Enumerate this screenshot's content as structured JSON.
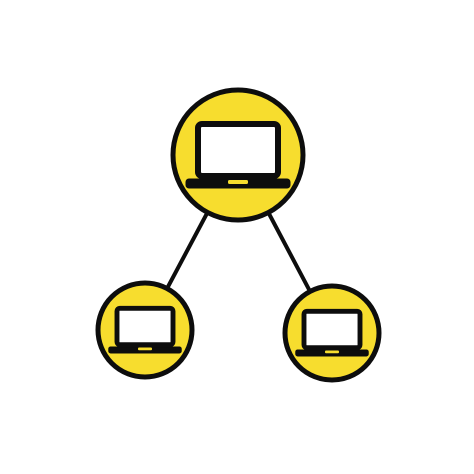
{
  "diagram": {
    "type": "network-topology",
    "colors": {
      "node_fill": "#F7DD2E",
      "stroke": "#0d0d0d",
      "screen": "#ffffff",
      "background": "#ffffff"
    },
    "nodes": [
      {
        "id": "top-laptop",
        "icon": "laptop-icon"
      },
      {
        "id": "bottom-left-laptop",
        "icon": "laptop-icon"
      },
      {
        "id": "bottom-right-laptop",
        "icon": "laptop-icon"
      }
    ],
    "connections": [
      {
        "from": "top-laptop",
        "to": "bottom-left-laptop"
      },
      {
        "from": "top-laptop",
        "to": "bottom-right-laptop"
      }
    ]
  }
}
